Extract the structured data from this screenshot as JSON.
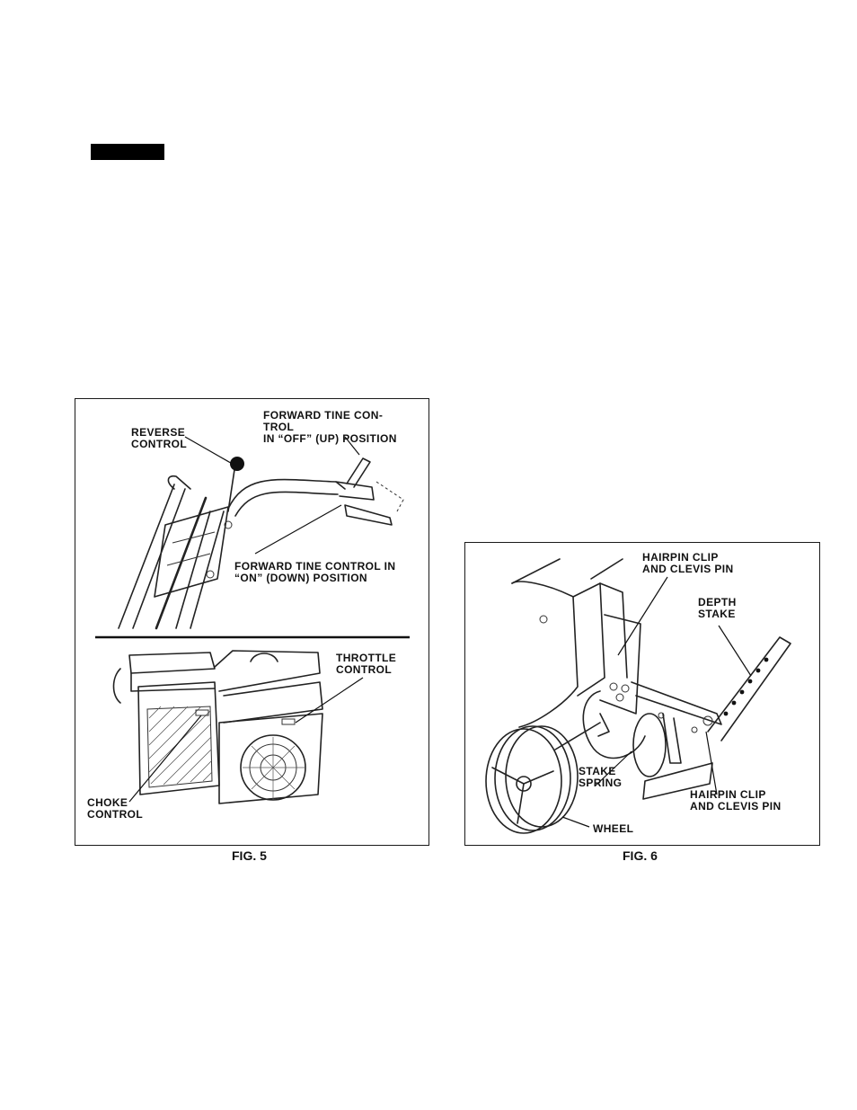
{
  "fig5": {
    "caption": "FIG. 5",
    "labels": {
      "reverse_control": "REVERSE\nCONTROL",
      "forward_off": "FORWARD TINE CON-\nTROL\nIN “OFF” (UP) POSITION",
      "forward_on": "FORWARD TINE CONTROL IN\n“ON” (DOWN) POSITION",
      "throttle_control": "THROTTLE\nCONTROL",
      "choke_control": "CHOKE\nCONTROL"
    }
  },
  "fig6": {
    "caption": "FIG. 6",
    "labels": {
      "hairpin_top": "HAIRPIN CLIP\nAND CLEVIS PIN",
      "depth_stake": "DEPTH\nSTAKE",
      "stake_spring": "STAKE\nSPRING",
      "hairpin_bottom": "HAIRPIN CLIP\nAND CLEVIS PIN",
      "wheel": "WHEEL"
    }
  }
}
